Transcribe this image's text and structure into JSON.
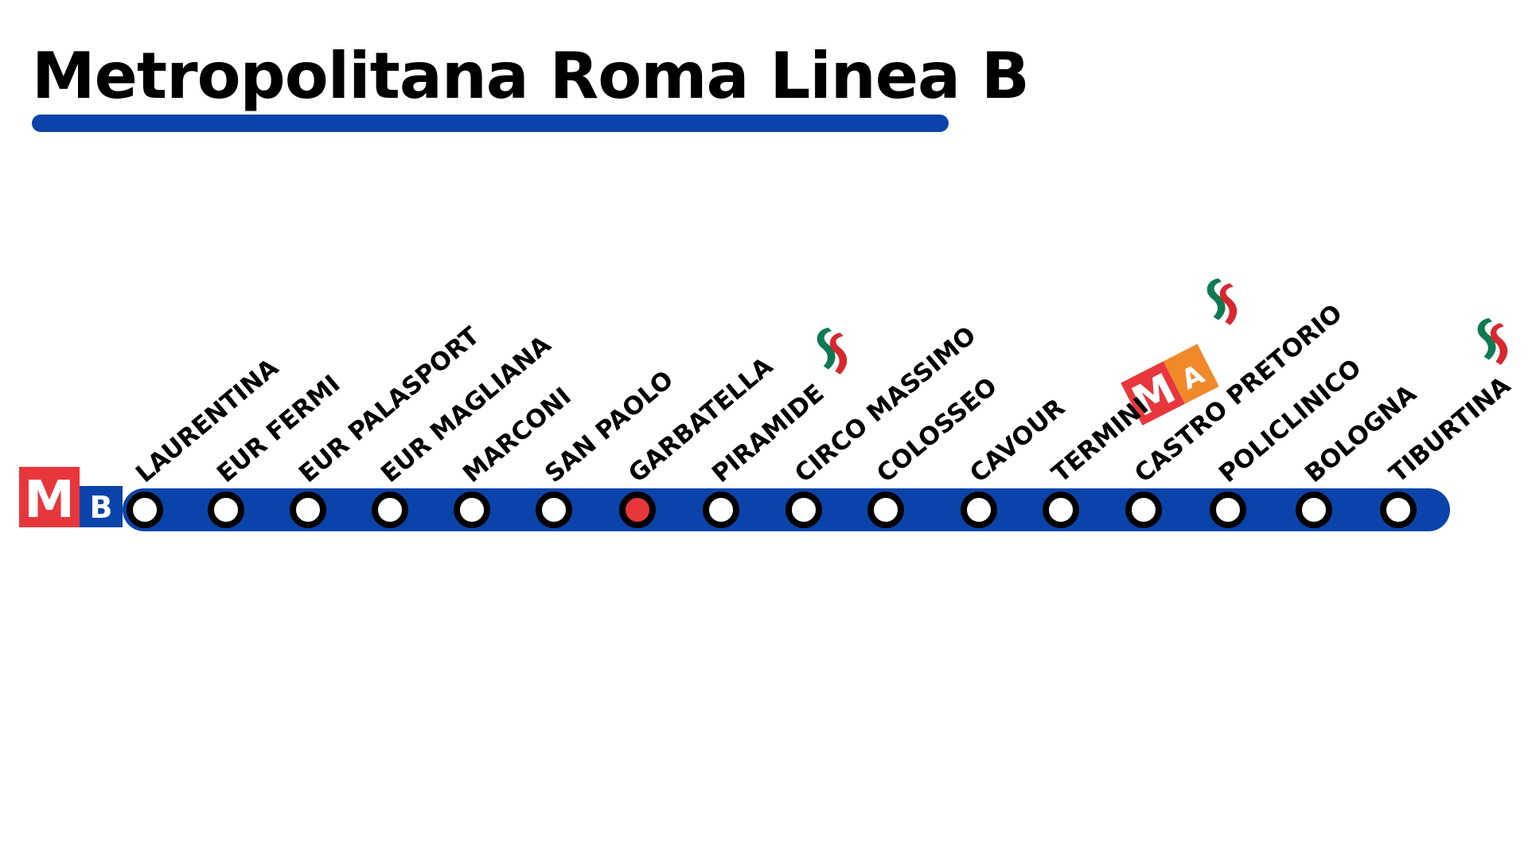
{
  "title": "Metropolitana Roma Linea B",
  "logo": {
    "metro_letter": "M",
    "line_letter": "B"
  },
  "colors": {
    "line": "#0a44aa",
    "metro_red": "#e8373c",
    "line_a_orange": "#f0892a",
    "current_station": "#e8373c",
    "fs_green": "#0f7a52",
    "fs_red": "#d8282f"
  },
  "stations": [
    {
      "name": "LAURENTINA"
    },
    {
      "name": "EUR FERMI"
    },
    {
      "name": "EUR PALASPORT"
    },
    {
      "name": "EUR MAGLIANA"
    },
    {
      "name": "MARCONI"
    },
    {
      "name": "SAN PAOLO"
    },
    {
      "name": "GARBATELLA",
      "current": true
    },
    {
      "name": "PIRAMIDE",
      "interchange": [
        "fs"
      ]
    },
    {
      "name": "CIRCO MASSIMO"
    },
    {
      "name": "COLOSSEO"
    },
    {
      "name": "CAVOUR"
    },
    {
      "name": "TERMINI",
      "interchange": [
        "metro-a",
        "fs"
      ],
      "interchange_metro_letter": "M",
      "interchange_line_letter": "A"
    },
    {
      "name": "CASTRO PRETORIO"
    },
    {
      "name": "POLICLINICO"
    },
    {
      "name": "BOLOGNA"
    },
    {
      "name": "TIBURTINA",
      "interchange": [
        "fs"
      ]
    }
  ],
  "icons": {
    "fs": "fs-trenitalia-icon",
    "metro_a": "metro-a-icon"
  }
}
